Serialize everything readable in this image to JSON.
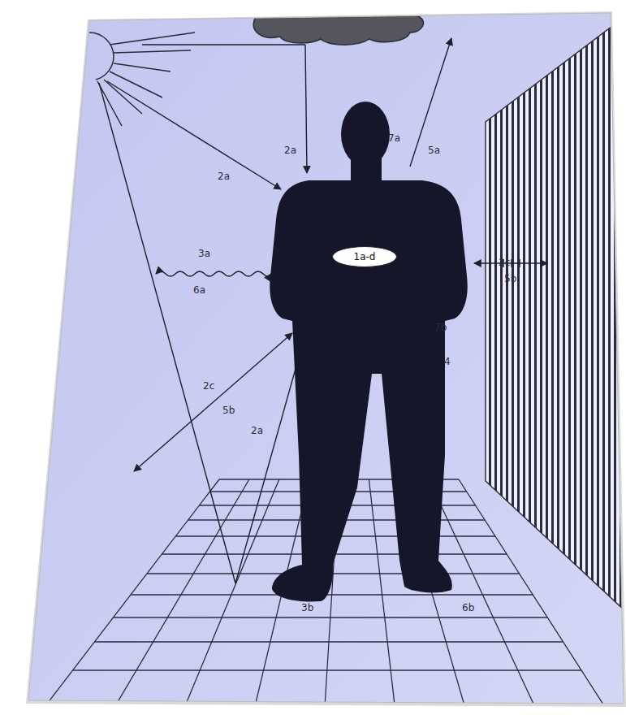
{
  "diagram": {
    "nodes": [
      {
        "text": [
          "1a-d"
        ]
      }
    ],
    "labels": [
      "7a",
      "2a",
      "5a",
      "2a",
      "3a",
      "2c",
      "5b",
      "6a",
      "7b",
      "4",
      "2c",
      "5b",
      "2a",
      "3b",
      "6b"
    ]
  }
}
